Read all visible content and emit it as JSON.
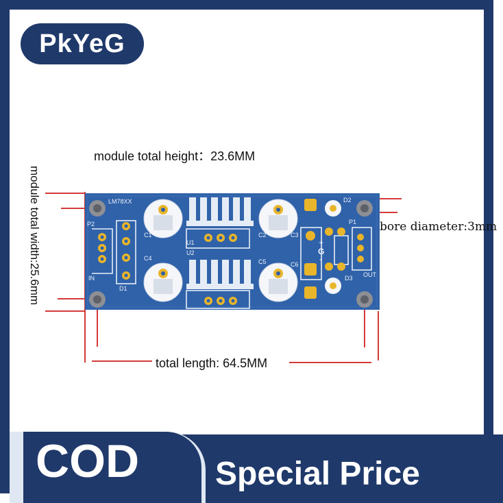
{
  "brand": {
    "name": "PkYeG"
  },
  "annotations": {
    "height": "module total height：23.6MM",
    "width": "module total width:25.6mm",
    "bore": "bore diameter:3mm",
    "length": "total length: 64.5MM"
  },
  "board": {
    "title": "LM78XX",
    "labels": [
      "P2",
      "IN",
      "D1",
      "C1",
      "C4",
      "U1",
      "U2",
      "C2",
      "C5",
      "C3",
      "C6",
      "D2",
      "P1",
      "D3",
      "OUT",
      "+",
      "G",
      "-"
    ]
  },
  "banner": {
    "cod": "COD",
    "special": "Special Price"
  },
  "colors": {
    "navy": "#20396b",
    "pcb": "#2f62a8",
    "pad": "#e8b52b",
    "measure": "#d23a3a"
  }
}
